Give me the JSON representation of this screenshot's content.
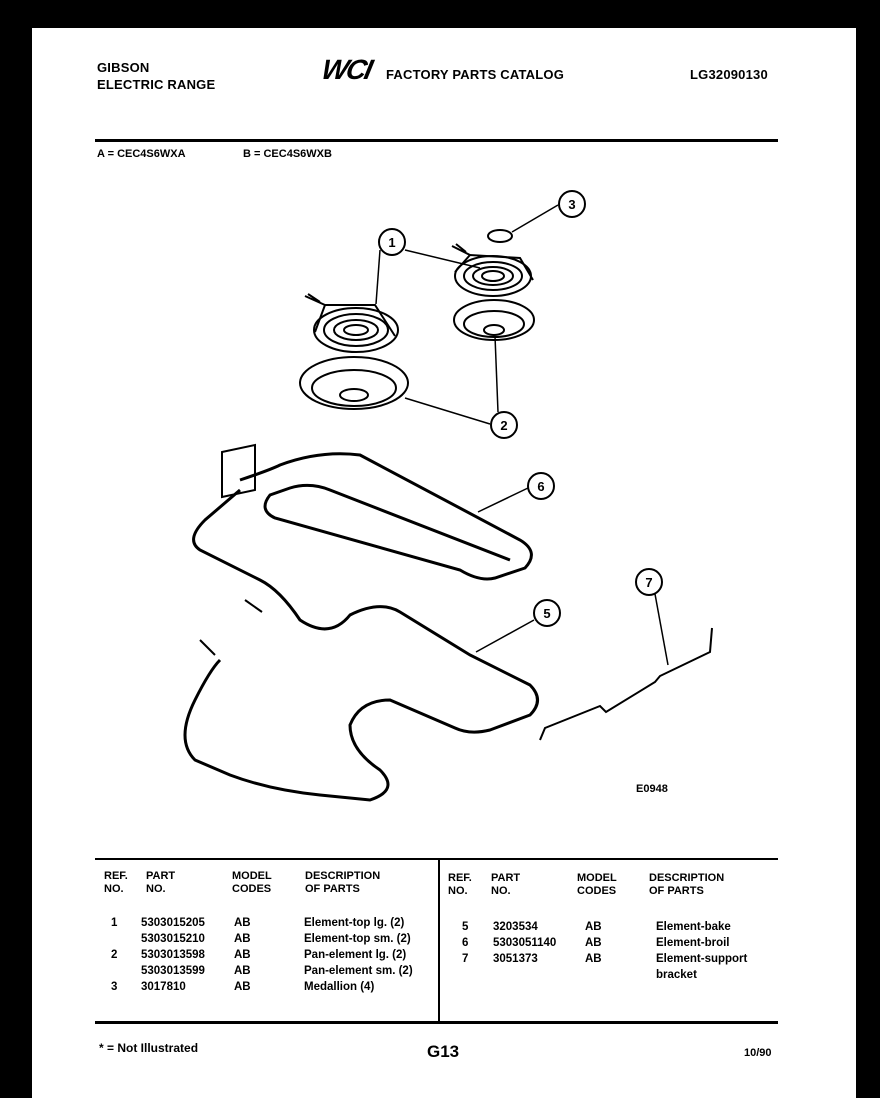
{
  "header": {
    "brand": "GIBSON",
    "product": "ELECTRIC RANGE",
    "logo_text": "WCI",
    "catalog_title": "FACTORY PARTS CATALOG",
    "catalog_number": "LG32090130"
  },
  "models": {
    "a": "A = CEC4S6WXA",
    "b": "B = CEC4S6WXB"
  },
  "diagram": {
    "callouts": [
      "1",
      "2",
      "3",
      "5",
      "6",
      "7"
    ],
    "figure_code": "E0948"
  },
  "table": {
    "headers": {
      "ref_no": [
        "REF.",
        "NO."
      ],
      "part_no": [
        "PART",
        "NO."
      ],
      "model_codes": [
        "MODEL",
        "CODES"
      ],
      "description": [
        "DESCRIPTION",
        "OF PARTS"
      ]
    },
    "left_rows": [
      {
        "ref": "1",
        "part": "5303015205",
        "codes": "AB",
        "desc": "Element-top lg. (2)"
      },
      {
        "ref": "",
        "part": "5303015210",
        "codes": "AB",
        "desc": "Element-top sm. (2)"
      },
      {
        "ref": "2",
        "part": "5303013598",
        "codes": "AB",
        "desc": "Pan-element lg. (2)"
      },
      {
        "ref": "",
        "part": "5303013599",
        "codes": "AB",
        "desc": "Pan-element sm. (2)"
      },
      {
        "ref": "3",
        "part": "3017810",
        "codes": "AB",
        "desc": "Medallion (4)"
      }
    ],
    "right_rows": [
      {
        "ref": "5",
        "part": "3203534",
        "codes": "AB",
        "desc": "Element-bake"
      },
      {
        "ref": "6",
        "part": "5303051140",
        "codes": "AB",
        "desc": "Element-broil"
      },
      {
        "ref": "7",
        "part": "3051373",
        "codes": "AB",
        "desc": "Element-support"
      },
      {
        "ref": "",
        "part": "",
        "codes": "",
        "desc": "bracket"
      }
    ]
  },
  "footer": {
    "note": "* = Not Illustrated",
    "page": "G13",
    "date": "10/90"
  }
}
